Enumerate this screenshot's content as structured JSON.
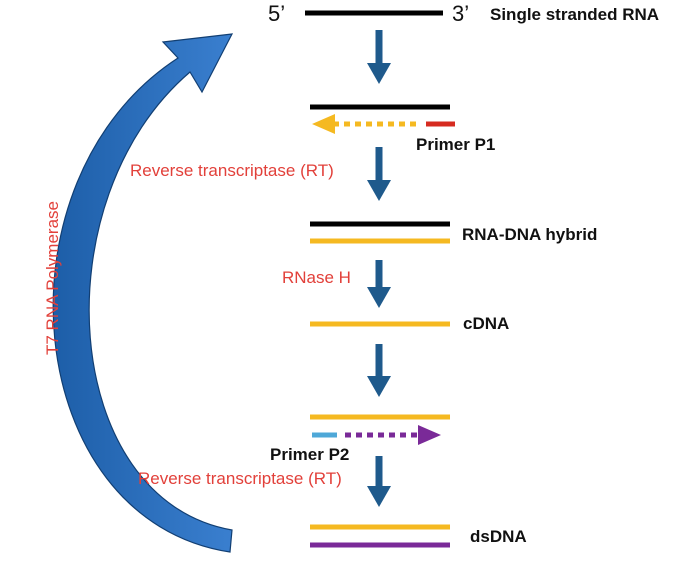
{
  "labels": {
    "five_prime": "5’",
    "three_prime": "3’",
    "single_rna": "Single stranded RNA",
    "primer_p1": "Primer P1",
    "rt_1": "Reverse transcriptase (RT)",
    "hybrid": "RNA-DNA hybrid",
    "rnase": "RNase H",
    "cdna": "cDNA",
    "primer_p2": "Primer P2",
    "rt_2": "Reverse transcriptase (RT)",
    "dsdna": "dsDNA",
    "t7": "T7 RNA Polymerase"
  },
  "colors": {
    "rna": "#000000",
    "dna": "#f5b921",
    "primer_p1": "#d62b20",
    "primer_p2": "#4ea8d8",
    "complement_strand": "#7a2a98",
    "flow_arrow": "#1f5a8c",
    "cycle_arrow": "#2367b0",
    "enzyme_text": "#e2403a"
  }
}
